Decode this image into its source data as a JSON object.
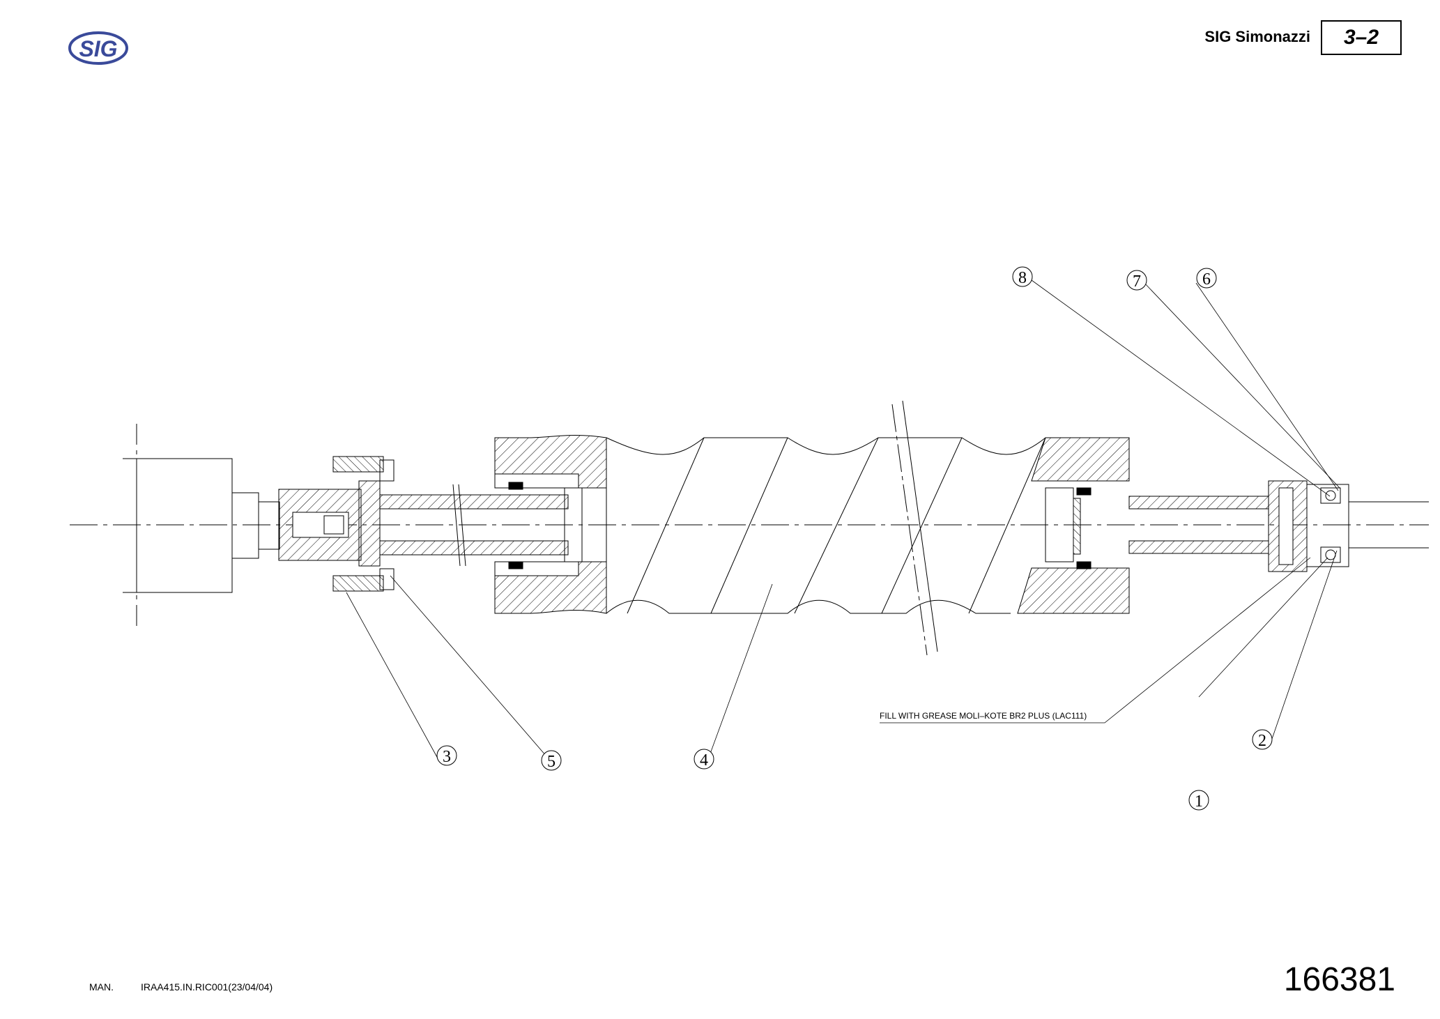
{
  "header": {
    "logo_text": "SIG",
    "company": "SIG Simonazzi",
    "page_number": "3–2"
  },
  "drawing": {
    "note": "FILL WITH GREASE MOLI–KOTE BR2 PLUS (LAC111)",
    "callouts": [
      "1",
      "2",
      "3",
      "4",
      "5",
      "6",
      "7",
      "8"
    ]
  },
  "footer": {
    "label": "MAN.",
    "reference": "IRAA415.IN.RIC001(23/04/04)",
    "drawing_number": "166381"
  },
  "colors": {
    "logo": "#3a4a9a",
    "lines": "#000000"
  }
}
